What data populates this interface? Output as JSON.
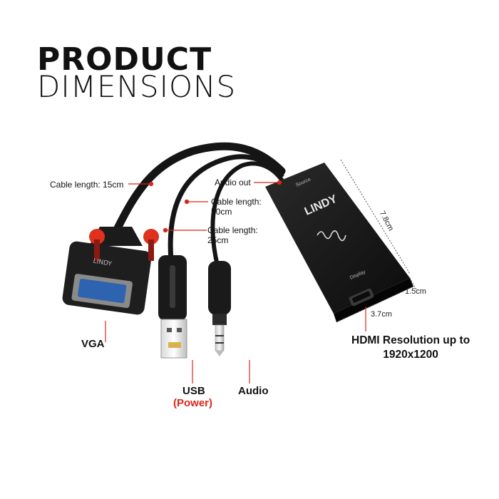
{
  "title": {
    "line1": "PRODUCT",
    "line2": "DIMENSIONS"
  },
  "labels": {
    "cable_15": "Cable length: 15cm",
    "audio_out": "Audio out",
    "cable_50": "Cable length:\n50cm",
    "cable_25": "Cable length:\n25cm",
    "vga": "VGA",
    "usb": "USB",
    "usb_power": "(Power)",
    "audio": "Audio",
    "hdmi": "HDMI Resolution up to\n1920x1200"
  },
  "dimensions": {
    "length": "7.8cm",
    "height": "1.5cm",
    "width": "3.7cm"
  },
  "device": {
    "brand": "LINDY",
    "source": "Source",
    "display": "Display"
  },
  "colors": {
    "accent": "#d8261c",
    "cable": "#151515",
    "connector_red": "#e0301e"
  }
}
